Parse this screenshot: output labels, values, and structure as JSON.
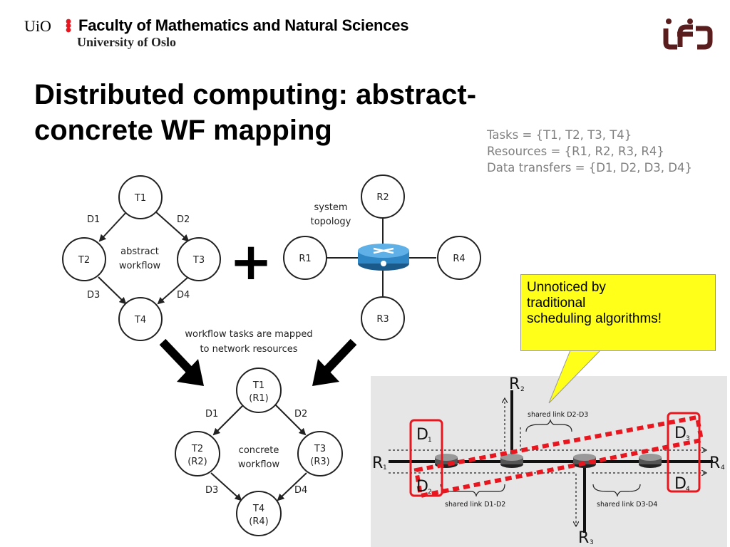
{
  "header": {
    "uio_logo": "UiO",
    "faculty": "Faculty of Mathematics and Natural Sciences",
    "university": "University of Oslo",
    "ifi_logo_icon": "ifi-logo-icon"
  },
  "title": {
    "line1": "Distributed computing: abstract-",
    "line2": "concrete WF mapping"
  },
  "info": {
    "tasks": "Tasks = {T1, T2, T3, T4}",
    "resources": "Resources = {R1, R2, R3, R4}",
    "transfers": "Data transfers = {D1, D2, D3, D4}"
  },
  "abstract_workflow": {
    "nodes": [
      "T1",
      "T2",
      "T3",
      "T4"
    ],
    "edges": [
      "D1",
      "D2",
      "D3",
      "D4"
    ],
    "label_line1": "abstract",
    "label_line2": "workflow"
  },
  "plus": "+",
  "topology": {
    "nodes": [
      "R1",
      "R2",
      "R3",
      "R4"
    ],
    "label_line1": "system",
    "label_line2": "topology"
  },
  "mapping_text": {
    "line1": "workflow tasks are mapped",
    "line2": "to network resources"
  },
  "concrete_workflow": {
    "nodes": [
      {
        "task": "T1",
        "resource": "(R1)"
      },
      {
        "task": "T2",
        "resource": "(R2)"
      },
      {
        "task": "T3",
        "resource": "(R3)"
      },
      {
        "task": "T4",
        "resource": "(R4)"
      }
    ],
    "edges": [
      "D1",
      "D2",
      "D3",
      "D4"
    ],
    "label_line1": "concrete",
    "label_line2": "workflow"
  },
  "callout": {
    "line1": "Unnoticed by",
    "line2": "traditional",
    "line3": "scheduling algorithms!",
    "color": "#ffff1a"
  },
  "network": {
    "r1": "R",
    "r1_sub": "1",
    "r2": "R",
    "r2_sub": "2",
    "r3": "R",
    "r3_sub": "3",
    "r4": "R",
    "r4_sub": "4",
    "d1": "D",
    "d1_sub": "1",
    "d2": "D",
    "d2_sub": "2",
    "d3": "D",
    "d3_sub": "3",
    "d4": "D",
    "d4_sub": "4",
    "link_d2d3": "shared link D2-D3",
    "link_d1d2": "shared link D1-D2",
    "link_d3d4": "shared link D3-D4",
    "highlight_color": "#e8171f"
  }
}
